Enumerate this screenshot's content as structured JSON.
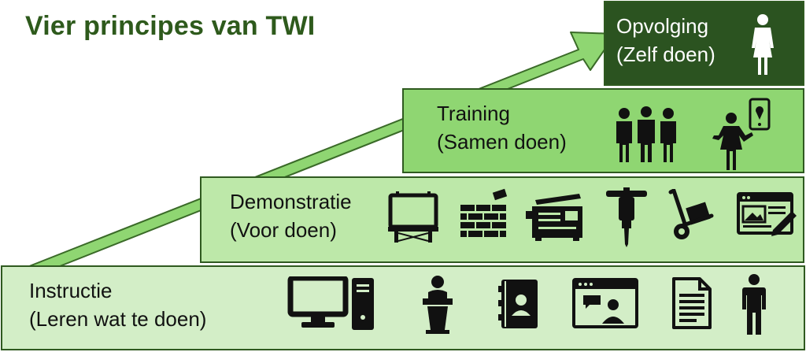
{
  "title": "Vier principes van TWI",
  "colors": {
    "title": "#2e5a1c",
    "arrow": "#8fd672",
    "instructie_bg": "#d3eec7",
    "demonstratie_bg": "#bde8a9",
    "training_bg": "#8fd672",
    "opvolging_bg": "#2b5320",
    "border": "#2f5a20"
  },
  "steps": [
    {
      "id": "instructie",
      "line1": "Instructie",
      "line2": "(Leren wat te doen)",
      "icons": [
        "desktop-computer-icon",
        "speaker-podium-icon",
        "contact-book-icon",
        "video-call-icon",
        "document-icon",
        "person-standing-icon"
      ]
    },
    {
      "id": "demonstratie",
      "line1": "Demonstratie",
      "line2": "(Voor doen)",
      "icons": [
        "billboard-icon",
        "brick-wall-icon",
        "printer-machine-icon",
        "jackhammer-icon",
        "hand-truck-icon",
        "web-editor-icon"
      ]
    },
    {
      "id": "training",
      "line1": "Training",
      "line2": "(Samen doen)",
      "icons": [
        "group-of-people-icon",
        "woman-with-phone-icon"
      ]
    },
    {
      "id": "opvolging",
      "line1": "Opvolging",
      "line2": "(Zelf doen)",
      "icons": [
        "woman-standing-icon"
      ]
    }
  ]
}
